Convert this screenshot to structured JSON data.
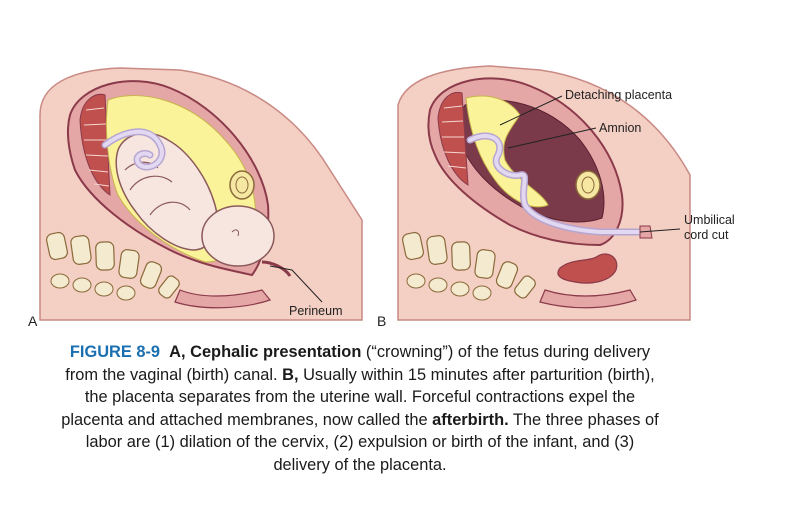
{
  "labels": {
    "detaching_placenta": "Detaching placenta",
    "amnion": "Amnion",
    "umbilical_cord_cut_line1": "Umbilical",
    "umbilical_cord_cut_line2": "cord cut",
    "perineum": "Perineum",
    "panel_a": "A",
    "panel_b": "B"
  },
  "caption": {
    "figure_number": "FIGURE 8-9",
    "part_a_bold": "A, Cephalic presentation",
    "part_a_text": " (“crowning”) of the fetus during delivery from the vaginal (birth) canal. ",
    "part_b_bold": "B,",
    "part_b_text": " Usually within 15 minutes after parturition (birth), the placenta separates from the uterine wall. Forceful contractions expel the placenta and attached membranes, now called the ",
    "afterbirth": "afterbirth.",
    "part_c_text": " The three phases of labor are (1) dilation of the cervix, (2) expulsion or birth of the infant, and (3) delivery of the placenta."
  },
  "colors": {
    "body_skin": "#f4cfc4",
    "uterus_wall": "#e4a7a6",
    "uterus_outline": "#8b3a4a",
    "amniotic": "#fbf39a",
    "fetus_skin": "#f7e6e0",
    "cord": "#d8c8e8",
    "spine": "#f3ead0",
    "cavity_dark": "#7a3a4a",
    "placenta": "#c0504d"
  }
}
